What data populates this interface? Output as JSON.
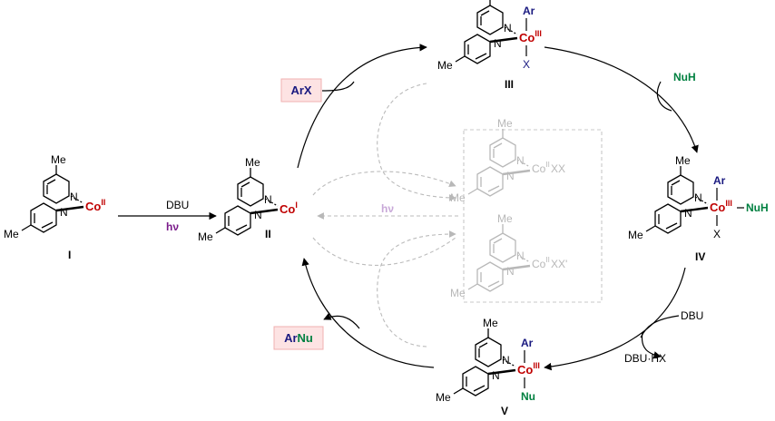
{
  "colors": {
    "cobalt": "#c00000",
    "aryl": "#1a1a80",
    "nucleophile": "#008040",
    "light": "#7a1a8a",
    "faded": "#b8b8b8",
    "faded_light": "#c8a8d8",
    "box_fill": "#fde3e3",
    "box_stroke": "#f0b0b0",
    "bond": "#000000"
  },
  "complexes": {
    "I": {
      "label": "I",
      "metal": "Co",
      "oxidation": "II",
      "methyl_top": "Me",
      "methyl_bottom": "Me",
      "n_top": "N",
      "n_bottom": "N"
    },
    "II": {
      "label": "II",
      "metal": "Co",
      "oxidation": "I",
      "methyl_top": "Me",
      "methyl_bottom": "Me",
      "n_top": "N",
      "n_bottom": "N"
    },
    "III": {
      "label": "III",
      "metal": "Co",
      "oxidation": "III",
      "methyl_top": "Me",
      "methyl_bottom": "Me",
      "n_top": "N",
      "n_bottom": "N",
      "top_ligand": "Ar",
      "bottom_ligand": "X"
    },
    "IV": {
      "label": "IV",
      "metal": "Co",
      "oxidation": "III",
      "methyl_top": "Me",
      "methyl_bottom": "Me",
      "n_top": "N",
      "n_bottom": "N",
      "top_ligand": "Ar",
      "bottom_ligand": "X",
      "side_ligand": "NuH"
    },
    "V": {
      "label": "V",
      "metal": "Co",
      "oxidation": "III",
      "methyl_top": "Me",
      "methyl_bottom": "Me",
      "n_top": "N",
      "n_bottom": "N",
      "top_ligand": "Ar",
      "bottom_ligand": "Nu"
    },
    "faded_top": {
      "metal": "Co",
      "oxidation": "II",
      "ligands": "XX",
      "methyl_top": "Me",
      "methyl_bottom": "Me",
      "n_top": "N",
      "n_bottom": "N"
    },
    "faded_bottom": {
      "metal": "Co",
      "oxidation": "II",
      "ligands": "XX'",
      "methyl_top": "Me",
      "methyl_bottom": "Me",
      "n_top": "N",
      "n_bottom": "N"
    }
  },
  "reagents": {
    "dbu_activation": "DBU",
    "hv": "hν",
    "hv_faded": "hν",
    "arx_ar": "Ar",
    "arx_x": "X",
    "nuh": "NuH",
    "dbu_cycle": "DBU",
    "dbu_hx": "DBU·HX",
    "arnu_ar": "Ar",
    "arnu_nu": "Nu"
  }
}
